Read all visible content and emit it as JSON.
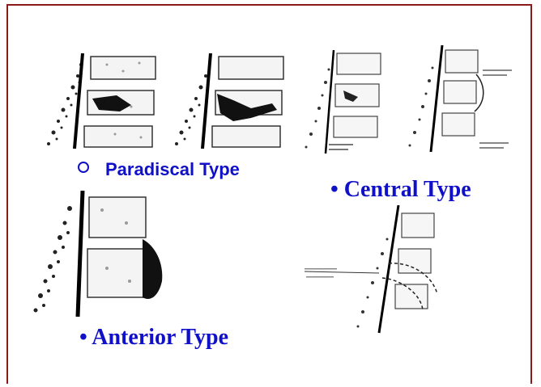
{
  "slide": {
    "labels": {
      "paradiscal": "Paradiscal Type",
      "central": "• Central Type",
      "anterior": "• Anterior Type"
    },
    "colors": {
      "border": "#8b1a1a",
      "text": "#1010c8",
      "lesion": "#111111"
    },
    "figures": [
      {
        "name": "paradiscal-spine-illustration-1"
      },
      {
        "name": "paradiscal-spine-illustration-2"
      },
      {
        "name": "central-spine-illustration-1"
      },
      {
        "name": "central-spine-illustration-2"
      },
      {
        "name": "anterior-spine-illustration"
      },
      {
        "name": "central-spine-illustration-3"
      }
    ]
  }
}
